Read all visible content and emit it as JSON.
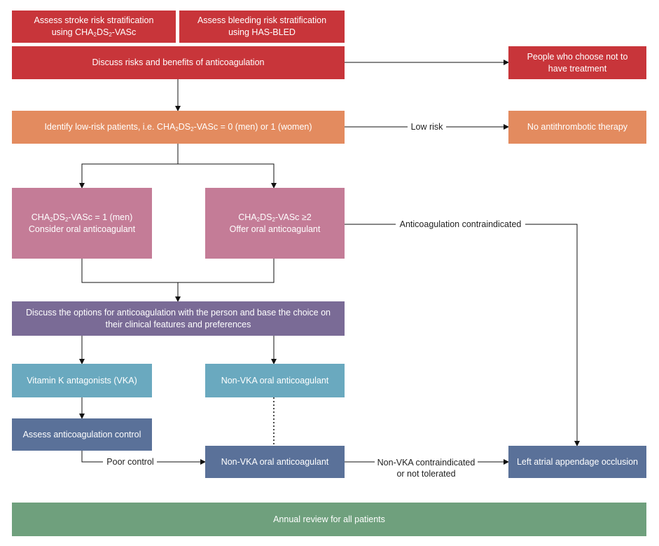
{
  "colors": {
    "red": "#c8353a",
    "orange": "#e38b5f",
    "pink": "#c47c97",
    "purple": "#7a6b96",
    "teal": "#6aa9bf",
    "blue": "#5a7199",
    "green": "#6fa07d"
  },
  "boxes": {
    "stroke_risk": {
      "line1": "Assess stroke risk stratification",
      "line2_pre": "using CHA",
      "sub1": "2",
      "mid": "DS",
      "sub2": "2",
      "post": "-VASc"
    },
    "bleeding_risk": {
      "line1": "Assess bleeding risk stratification",
      "line2": "using HAS-BLED"
    },
    "discuss_risks": "Discuss risks and benefits of anticoagulation",
    "no_treatment": {
      "line1": "People who choose not to",
      "line2": "have treatment"
    },
    "low_risk": {
      "pre": "Identify low-risk patients, i.e. CHA",
      "sub1": "2",
      "mid": "DS",
      "sub2": "2",
      "post": "-VASc = 0 (men) or 1 (women)"
    },
    "no_antithrombotic": "No antithrombotic therapy",
    "score_1": {
      "pre": "CHA",
      "sub1": "2",
      "mid": "DS",
      "sub2": "2",
      "post": "-VASc = 1 (men)",
      "line2": "Consider oral anticoagulant"
    },
    "score_2": {
      "pre": "CHA",
      "sub1": "2",
      "mid": "DS",
      "sub2": "2",
      "post": "-VASc ≥2",
      "line2": "Offer oral anticoagulant"
    },
    "discuss_options": {
      "line1": "Discuss the options for anticoagulation with the person and base the choice on",
      "line2": "their clinical features and preferences"
    },
    "vka": "Vitamin K antagonists (VKA)",
    "nonvka_teal": "Non-VKA oral anticoagulant",
    "assess_control": "Assess anticoagulation control",
    "nonvka_blue": "Non-VKA oral anticoagulant",
    "laao": "Left atrial appendage occlusion",
    "annual_review": "Annual review for all patients"
  },
  "labels": {
    "low_risk": "Low risk",
    "contraindicated": "Anticoagulation contraindicated",
    "poor_control": "Poor control",
    "nonvka_contra_line1": "Non-VKA contraindicated",
    "nonvka_contra_line2": "or not tolerated"
  }
}
